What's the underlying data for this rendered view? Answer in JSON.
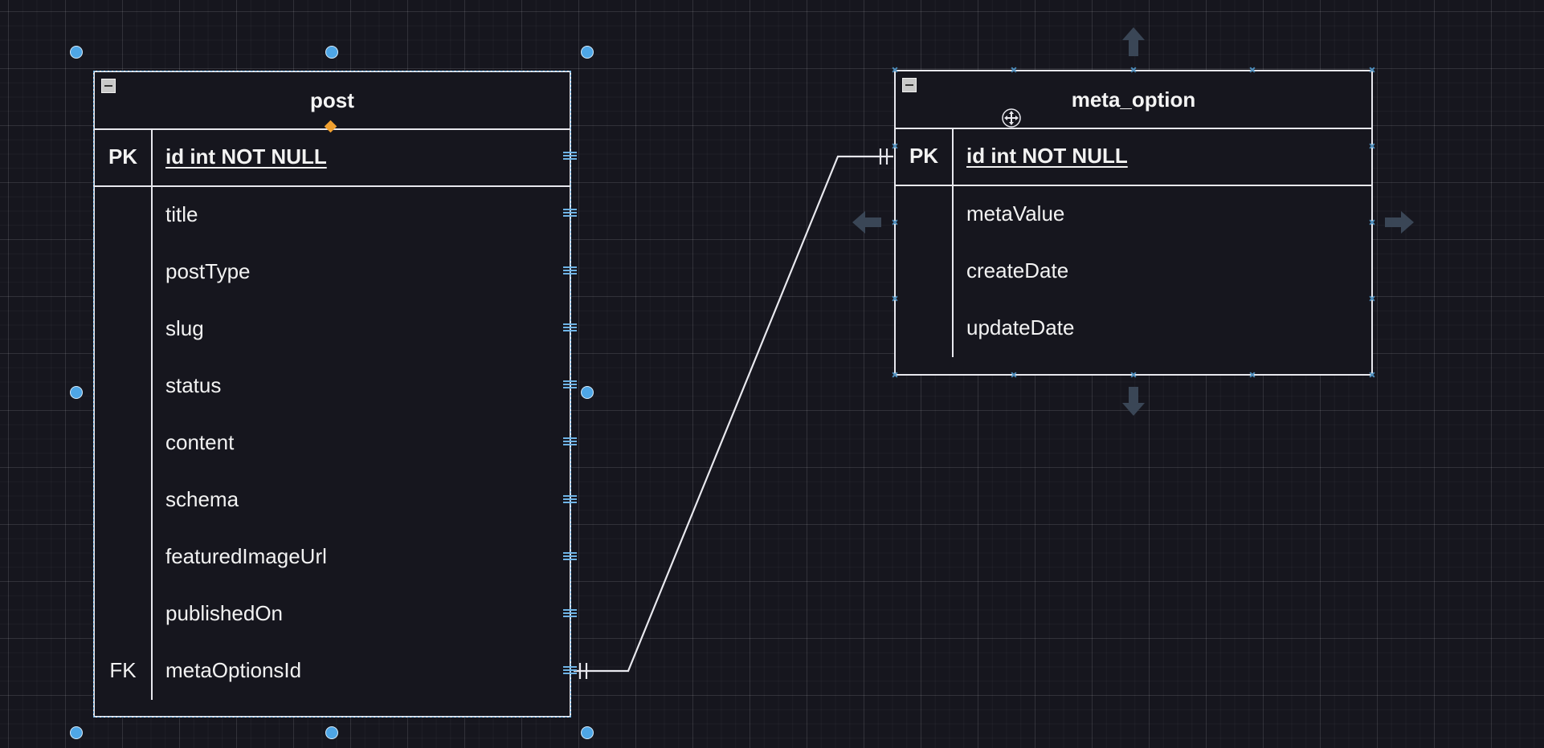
{
  "diagram": {
    "entities": [
      {
        "id": "post",
        "name": "post",
        "selected": true,
        "fields": [
          {
            "key": "PK",
            "name": "id int NOT NULL",
            "primary": true
          },
          {
            "key": "",
            "name": "title"
          },
          {
            "key": "",
            "name": "postType"
          },
          {
            "key": "",
            "name": "slug"
          },
          {
            "key": "",
            "name": "status"
          },
          {
            "key": "",
            "name": "content"
          },
          {
            "key": "",
            "name": "schema"
          },
          {
            "key": "",
            "name": "featuredImageUrl"
          },
          {
            "key": "",
            "name": "publishedOn"
          },
          {
            "key": "FK",
            "name": "metaOptionsId"
          }
        ]
      },
      {
        "id": "meta_option",
        "name": "meta_option",
        "selected": false,
        "fields": [
          {
            "key": "PK",
            "name": "id int NOT NULL",
            "primary": true
          },
          {
            "key": "",
            "name": "metaValue"
          },
          {
            "key": "",
            "name": "createDate"
          },
          {
            "key": "",
            "name": "updateDate"
          }
        ]
      }
    ],
    "relationships": [
      {
        "from": "post.metaOptionsId",
        "to": "meta_option.id",
        "from_cardinality": "one-and-only-one",
        "to_cardinality": "one-and-only-one"
      }
    ],
    "icons": {
      "collapse": "collapse-icon",
      "move": "move-icon",
      "arrows": [
        "arrow-up-icon",
        "arrow-down-icon",
        "arrow-left-icon",
        "arrow-right-icon"
      ]
    },
    "colors": {
      "background": "#16161e",
      "line": "#e8e8ee",
      "selection": "#4ea6e6",
      "anchor": "#f0a030",
      "hover_arrow": "#3a4656"
    }
  }
}
